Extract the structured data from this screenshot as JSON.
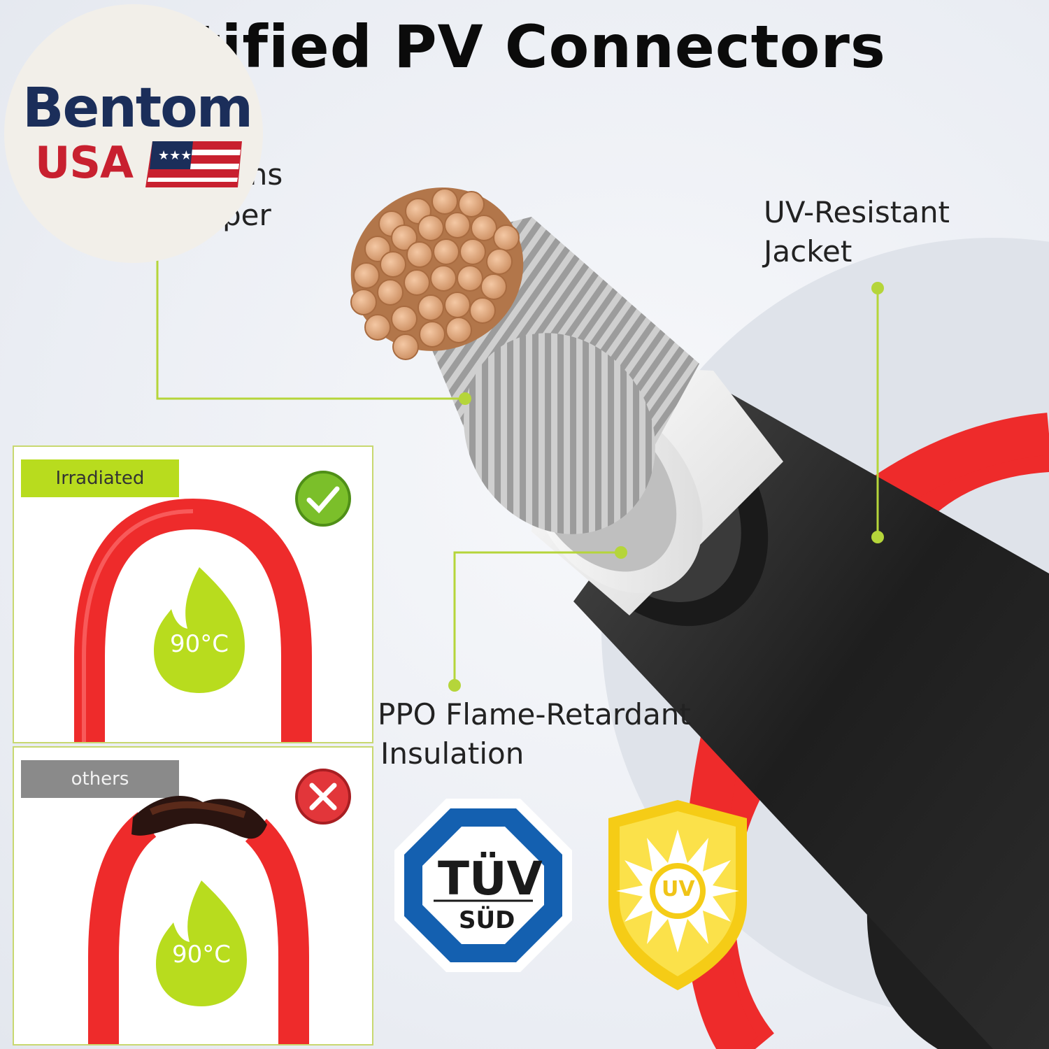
{
  "header": {
    "title": "rtified PV Connectors"
  },
  "logo": {
    "brand": "Bentom",
    "sub": "USA"
  },
  "callouts": {
    "copper_line1": "ons",
    "copper_line2": "per",
    "jacket_line1": "UV-Resistant",
    "jacket_line2": "Jacket",
    "insulation_line1": "PPO Flame-Retardant",
    "insulation_line2": "Insulation"
  },
  "comparison": {
    "good": {
      "tag": "Irradiated",
      "temperature": "90°C",
      "status_icon": "check-icon"
    },
    "bad": {
      "tag": "others",
      "temperature": "90°C",
      "status_icon": "cross-icon"
    }
  },
  "certifications": {
    "tuv_line1": "TÜV",
    "tuv_line2": "SÜD",
    "uv_mark": "UV"
  },
  "colors": {
    "accent_green": "#b8dc1e",
    "callout_line": "#b5d53a",
    "cable_red": "#ee2b2b",
    "cable_black": "#2a2a2a",
    "tuv_blue": "#1460b0",
    "uv_yellow": "#f5cc16",
    "brand_navy": "#1b2e5a",
    "brand_red": "#c8202f"
  }
}
